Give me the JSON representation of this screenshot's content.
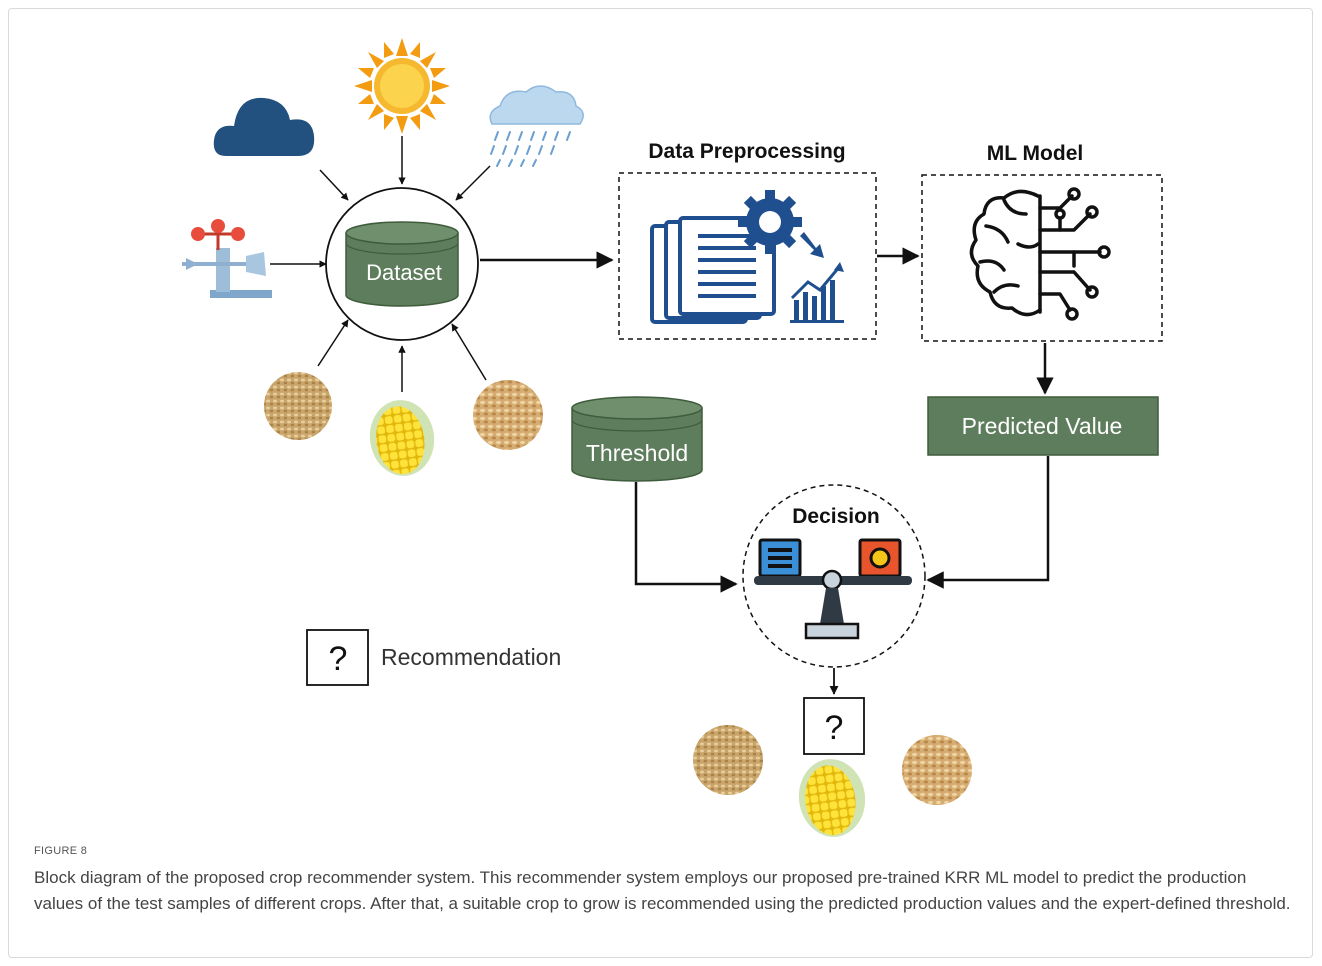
{
  "diagram": {
    "dataset_label": "Dataset",
    "preprocessing_title": "Data Preprocessing",
    "model_title": "ML Model",
    "predicted_label": "Predicted Value",
    "threshold_label": "Threshold",
    "decision_label": "Decision",
    "unknown_mark": "?",
    "legend_mark": "?",
    "legend_label": "Recommendation"
  },
  "icons": {
    "inputs": [
      "cloud-icon",
      "sun-icon",
      "rain-cloud-icon",
      "weather-vane-icon",
      "grain-icon",
      "corn-icon",
      "wheat-icon"
    ],
    "preprocessing": "document-gear-chart-icon",
    "model": "brain-circuit-icon",
    "decision": "balance-scale-icon"
  },
  "colors": {
    "box_fill": "#5e7d5c",
    "box_border": "#3f5c3d",
    "icon_blue": "#1f4f8f",
    "cloud": "#22517f",
    "sun": "#f5a623",
    "corn": "#f2d40e"
  },
  "figure": {
    "label": "FIGURE 8",
    "caption": "Block diagram of the proposed crop recommender system. This recommender system employs our proposed pre-trained KRR ML model to predict the production values of the test samples of different crops. After that, a suitable crop to grow is recommended using the predicted production values and the expert-defined threshold."
  }
}
